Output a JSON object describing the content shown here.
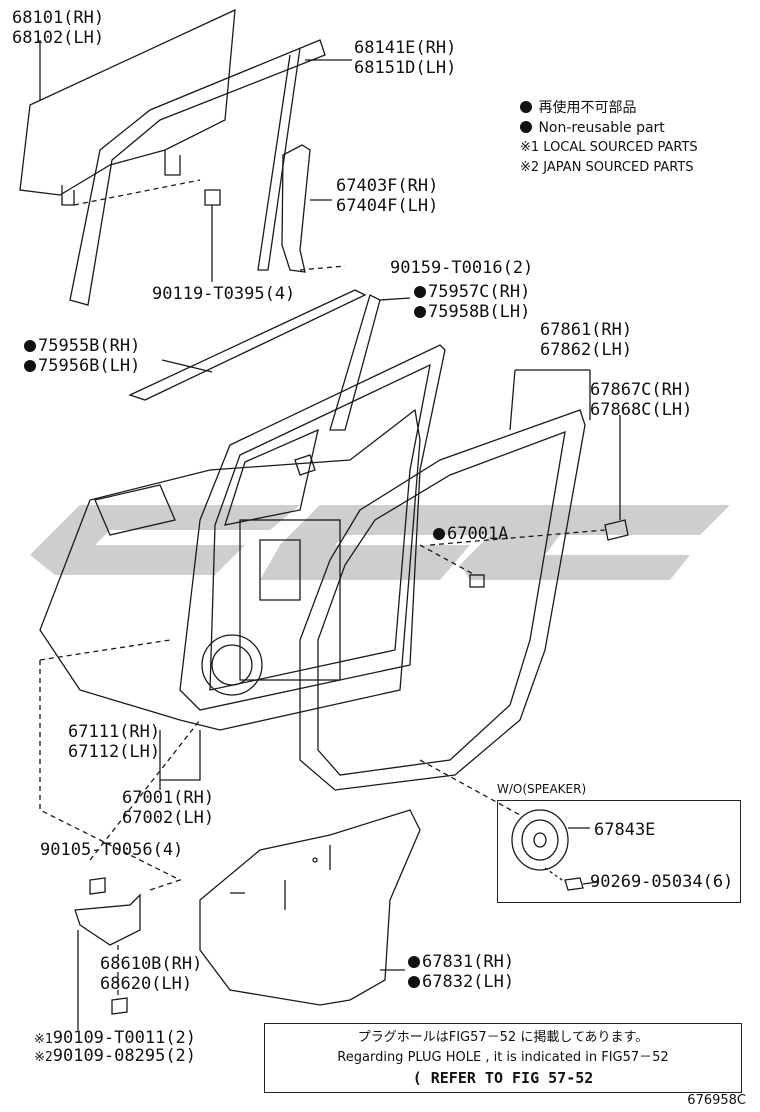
{
  "colors": {
    "line": "#1a1a1a",
    "watermark": "#bdbdbd"
  },
  "legend": {
    "line1": "再使用不可部品",
    "line2": "Non-reusable part",
    "line3": "※1 LOCAL SOURCED PARTS",
    "line4": "※2 JAPAN SOURCED PARTS"
  },
  "parts": {
    "p68101": "68101(RH)",
    "p68102": "68102(LH)",
    "p68141": "68141E(RH)",
    "p68151": "68151D(LH)",
    "p67403": "67403F(RH)",
    "p67404": "67404F(LH)",
    "p90159": "90159-T0016(2)",
    "p90119": "90119-T0395(4)",
    "p75957": "75957C(RH)",
    "p75958": "75958B(LH)",
    "p75955": "75955B(RH)",
    "p75956": "75956B(LH)",
    "p67861": "67861(RH)",
    "p67862": "67862(LH)",
    "p67867": "67867C(RH)",
    "p67868": "67868C(LH)",
    "p67001a": "67001A",
    "p67111": "67111(RH)",
    "p67112": "67112(LH)",
    "p67001": "67001(RH)",
    "p67002": "67002(LH)",
    "p90105": "90105-T0056(4)",
    "p68610": "68610B(RH)",
    "p68620": "68620(LH)",
    "p90109a": "90109-T0011(2)",
    "p90109b": "90109-08295(2)",
    "p67831": "67831(RH)",
    "p67832": "67832(LH)",
    "p67843": "67843E",
    "p90269": "90269-05034(6)",
    "mark1": "※1",
    "mark2": "※2"
  },
  "wo_box": {
    "title": "W/O(SPEAKER)"
  },
  "note": {
    "jp": "プラグホールはFIG57－52 に掲載してあります。",
    "en": "Regarding  PLUG HOLE , it is indicated  in  FIG57－52",
    "ref": "( REFER TO FIG 57-52"
  },
  "figure_id": "676958C"
}
